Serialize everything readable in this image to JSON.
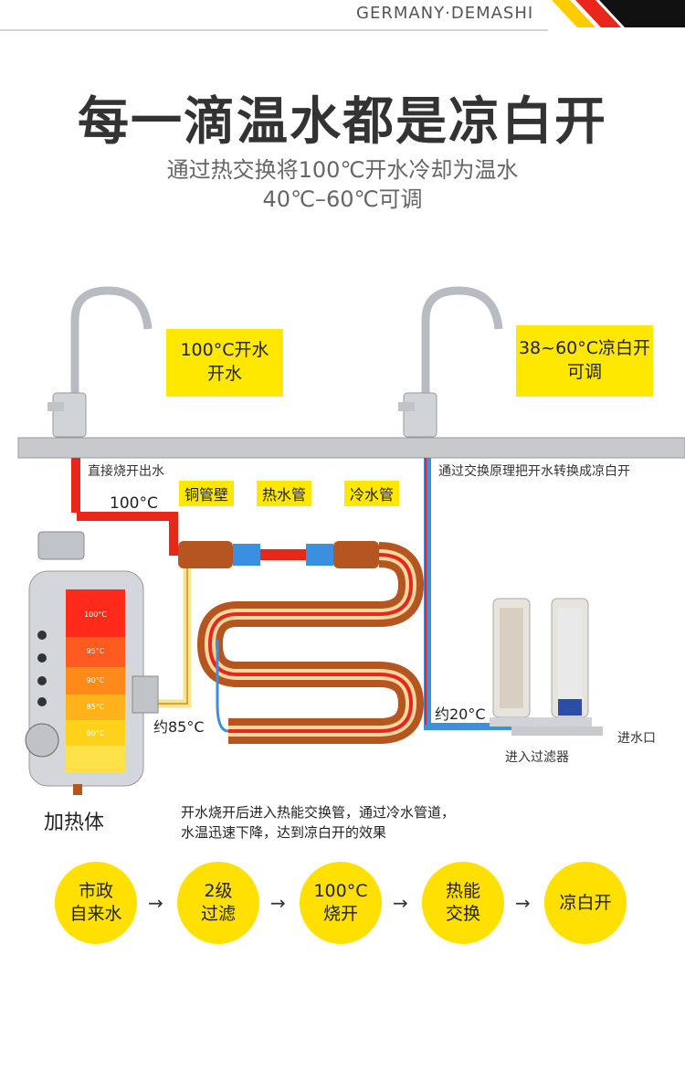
{
  "brand": "GERMANY·DEMASHI",
  "title": "每一滴温水都是凉白开",
  "subtitle_line1": "通过热交换将100℃开水冷却为温水",
  "subtitle_line2": "40℃–60℃可调",
  "box_left_line1": "100°C开水",
  "box_left_line2": "开水",
  "box_right_line1": "38~60°C凉白开",
  "box_right_line2": "可调",
  "label_direct": "直接烧开出水",
  "label_exchange": "通过交换原理把开水转换成凉白开",
  "label_100c": "100°C",
  "tag_copper": "铜管壁",
  "tag_hot": "热水管",
  "tag_cold": "冷水管",
  "label_85": "约85°C",
  "label_20": "约20°C",
  "label_inlet": "进水口",
  "label_filter": "进入过滤器",
  "heater_label": "加热体",
  "heater_levels": [
    "100°C",
    "95°C",
    "90°C",
    "85°C",
    "80°C"
  ],
  "desc_line1": "开水烧开后进入热能交换管，通过冷水管道，",
  "desc_line2": "水温迅速下降，达到凉白开的效果",
  "steps": [
    {
      "line1": "市政",
      "line2": "自来水"
    },
    {
      "line1": "2级",
      "line2": "过滤"
    },
    {
      "line1": "100°C",
      "line2": "烧开"
    },
    {
      "line1": "热能",
      "line2": "交换"
    },
    {
      "line1": "凉白开",
      "line2": ""
    }
  ],
  "arrow_glyph": "→",
  "colors": {
    "accent_yellow": "#ffe800",
    "hot_red": "#e8261c",
    "cold_blue": "#3a8fe0",
    "copper": "#b5551f"
  }
}
